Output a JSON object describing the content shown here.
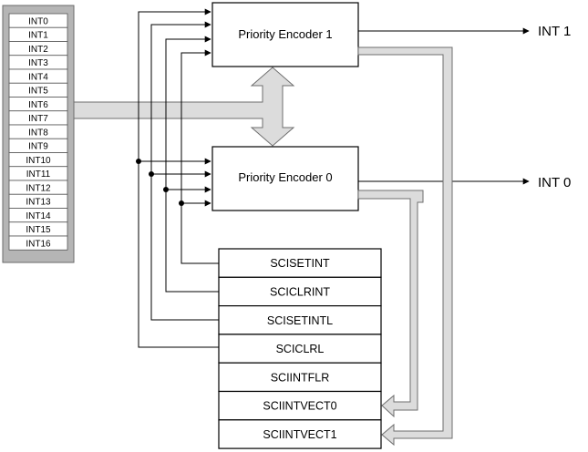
{
  "interrupt_list": [
    "INT0",
    "INT1",
    "INT2",
    "INT3",
    "INT4",
    "INT5",
    "INT6",
    "INT7",
    "INT8",
    "INT9",
    "INT10",
    "INT11",
    "INT12",
    "INT13",
    "INT14",
    "INT15",
    "INT16"
  ],
  "encoders": {
    "enc1": "Priority Encoder 1",
    "enc0": "Priority Encoder 0"
  },
  "outputs": {
    "int1": "INT 1",
    "int0": "INT 0"
  },
  "registers": [
    "SCISETINT",
    "SCICLRINT",
    "SCISETINTL",
    "SCICLRL",
    "SCIINTFLR",
    "SCIINTVECT0",
    "SCIINTVECT1"
  ]
}
